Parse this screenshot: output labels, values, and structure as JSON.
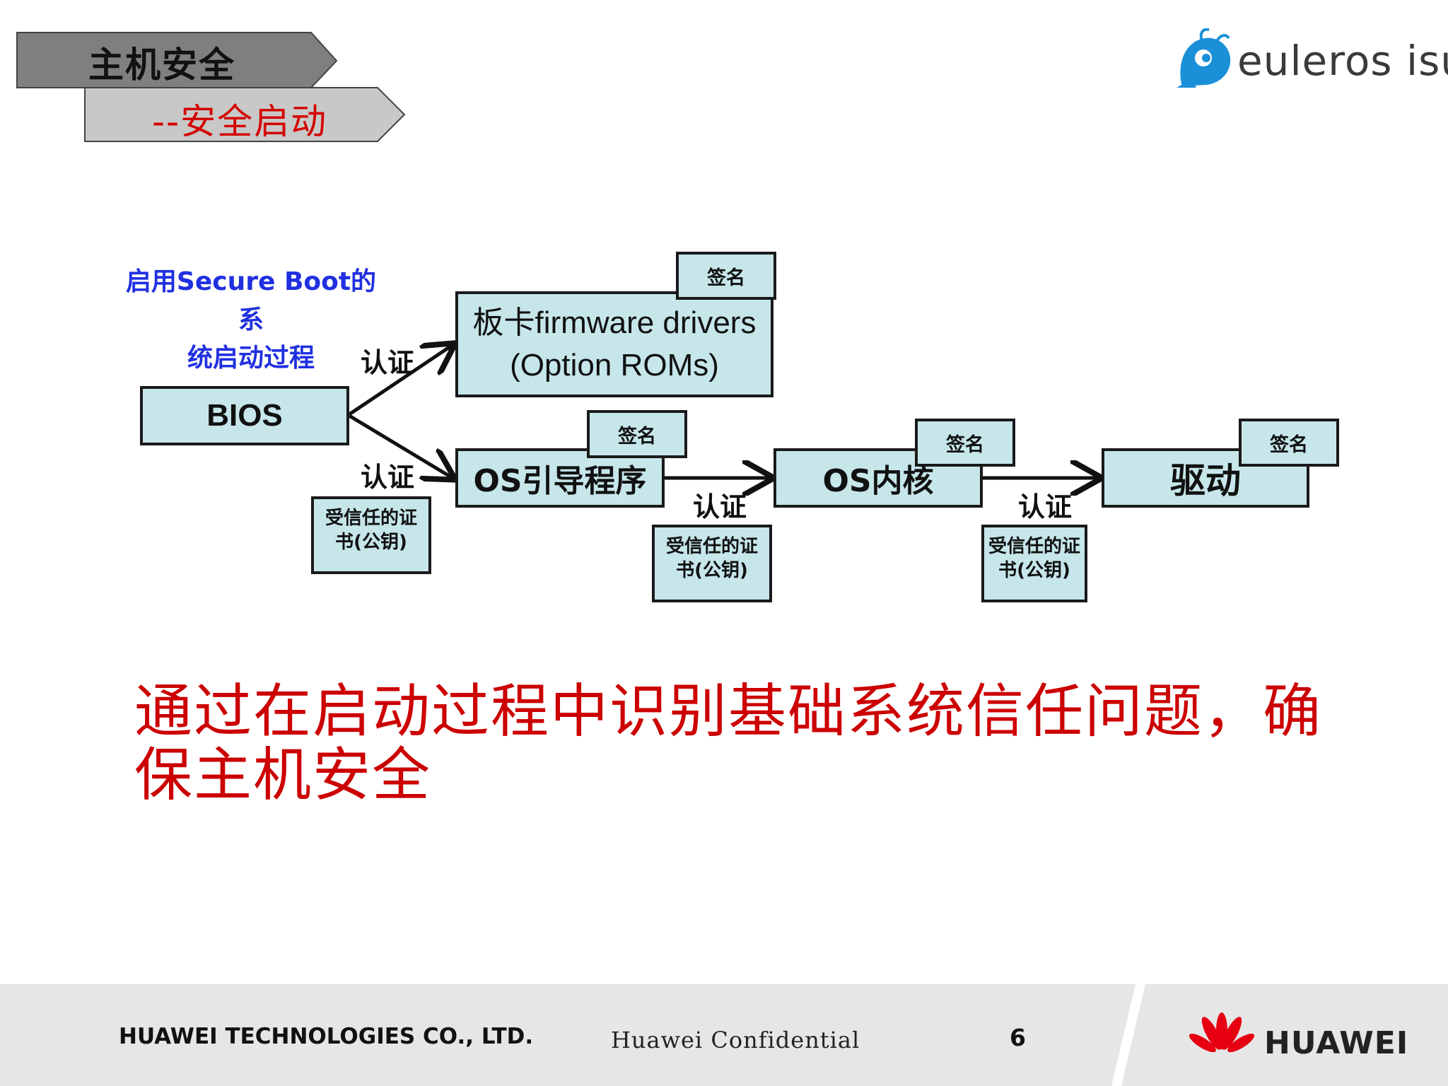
{
  "header": {
    "title": "主机安全",
    "subtitle": "--安全启动"
  },
  "logo": {
    "text": "euleros isula",
    "icon": "euleros-mascot-icon",
    "color": "#1a90d8"
  },
  "diagram": {
    "caption_line1": "启用Secure Boot的系",
    "caption_line2": "统启动过程",
    "nodes": {
      "bios": "BIOS",
      "firmware_line1": "板卡firmware drivers",
      "firmware_line2": "(Option ROMs)",
      "bootloader": "OS引导程序",
      "kernel": "OS内核",
      "driver": "驱动"
    },
    "signature_label": "签名",
    "auth_label": "认证",
    "cert_line1": "受信任的证",
    "cert_line2": "书(公钥)",
    "box_fill": "#c6e6ea",
    "caption_color": "#2030e0"
  },
  "conclusion": "通过在启动过程中识别基础系统信任问题，确保主机安全",
  "footer": {
    "company": "HUAWEI TECHNOLOGIES CO., LTD.",
    "confidential": "Huawei Confidential",
    "page": "6",
    "brand": "HUAWEI",
    "brand_color": "#e60012"
  }
}
